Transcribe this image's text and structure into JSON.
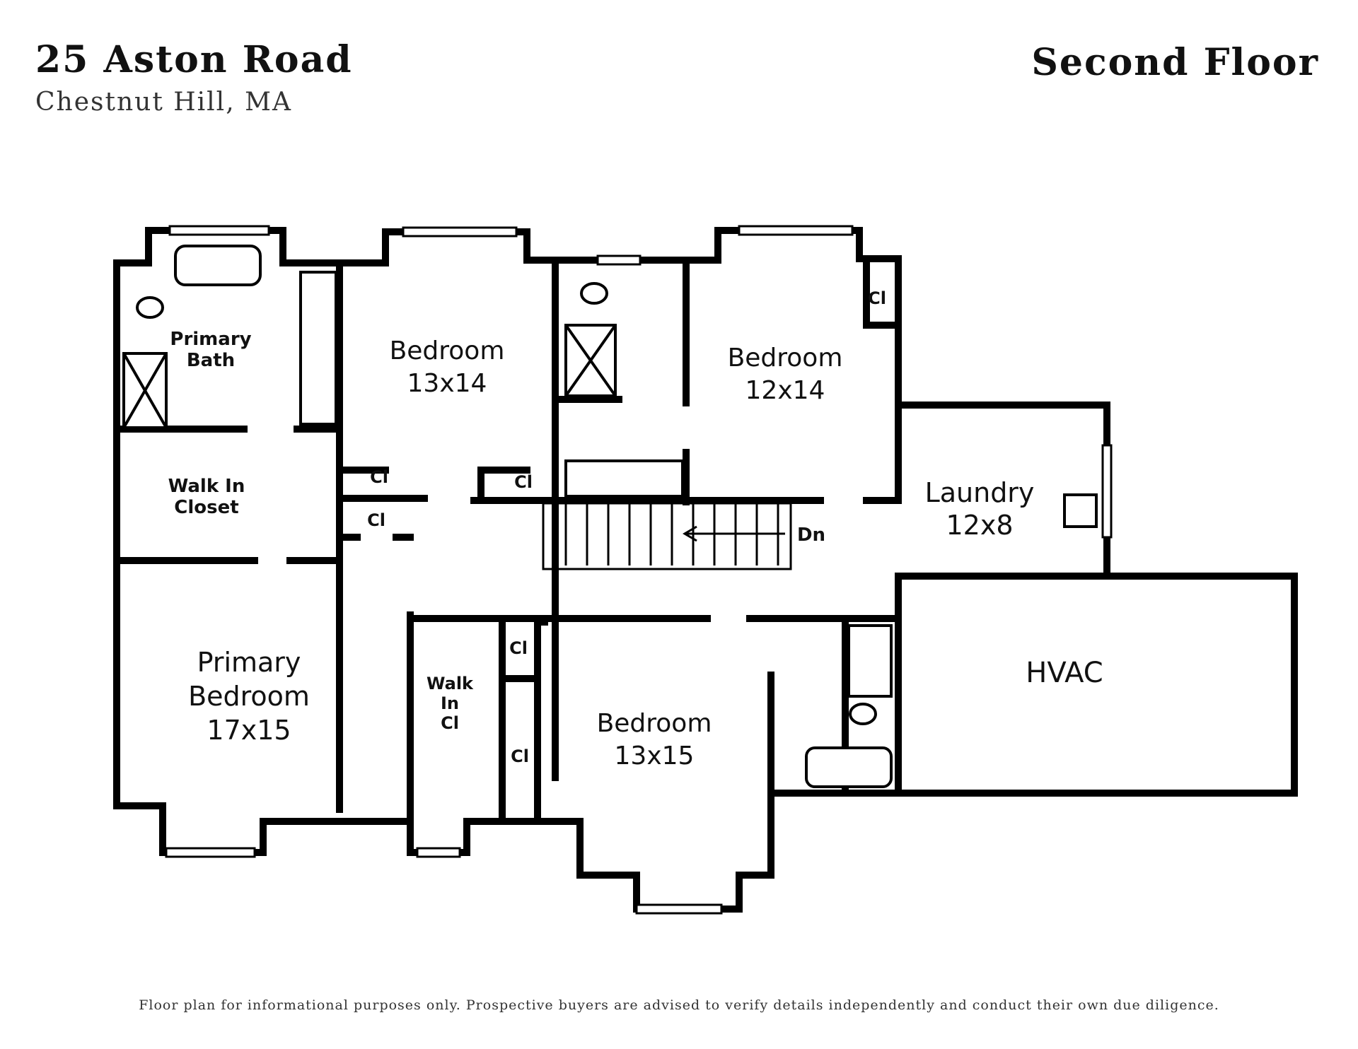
{
  "header": {
    "address": "25 Aston Road",
    "city": "Chestnut Hill, MA",
    "floor": "Second Floor"
  },
  "rooms": {
    "primary_bath": [
      "Primary",
      "Bath"
    ],
    "bedroom_1": [
      "Bedroom",
      "13x14"
    ],
    "bedroom_2": [
      "Bedroom",
      "12x14"
    ],
    "walk_in_closet": [
      "Walk In",
      "Closet"
    ],
    "laundry": [
      "Laundry",
      "12x8"
    ],
    "primary_bedroom": [
      "Primary",
      "Bedroom",
      "17x15"
    ],
    "walk_in_cl": [
      "Walk",
      "In",
      "Cl"
    ],
    "bedroom_3": [
      "Bedroom",
      "13x15"
    ],
    "hvac": "HVAC",
    "closet": "Cl",
    "stairs": "Dn"
  },
  "footer": {
    "disclaimer": "Floor plan for informational purposes only. Prospective buyers are advised to verify details independently and conduct their own due diligence."
  }
}
